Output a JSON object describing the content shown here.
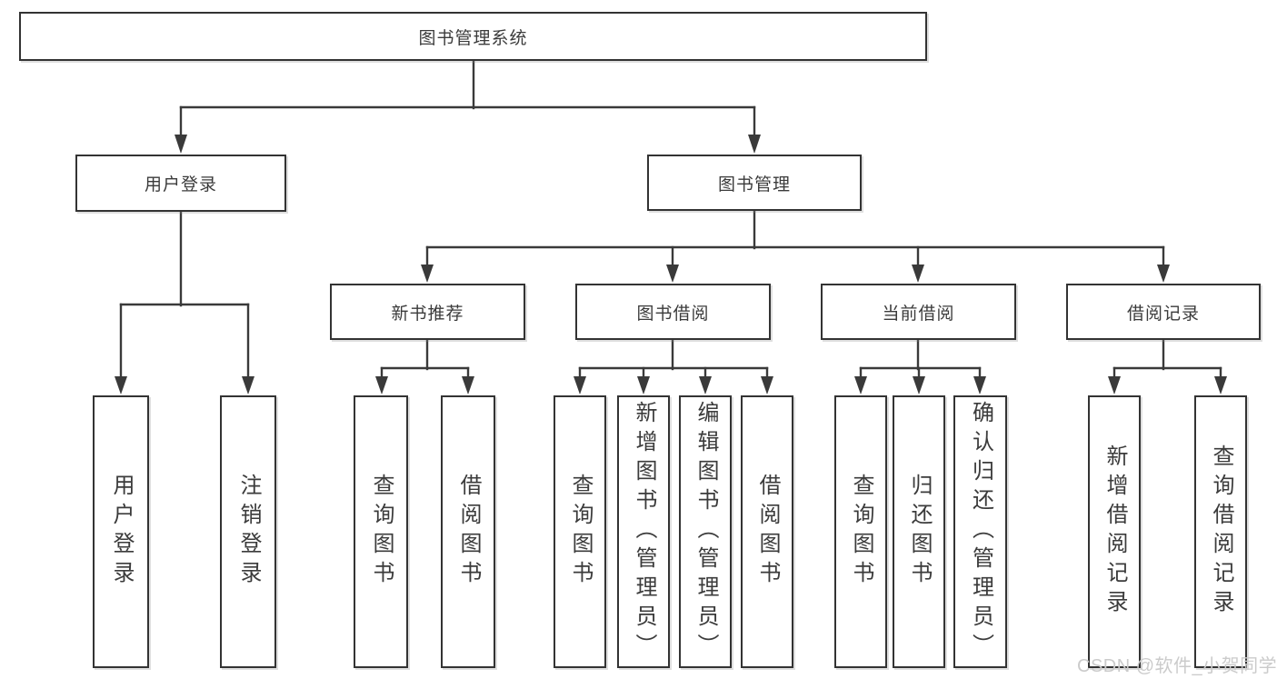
{
  "diagram": {
    "root": {
      "label": "图书管理系统",
      "children": [
        {
          "label": "用户登录",
          "children": [
            {
              "label": "用户登录"
            },
            {
              "label": "注销登录"
            }
          ]
        },
        {
          "label": "图书管理",
          "children": [
            {
              "label": "新书推荐",
              "children": [
                {
                  "label": "查询图书"
                },
                {
                  "label": "借阅图书"
                }
              ]
            },
            {
              "label": "图书借阅",
              "children": [
                {
                  "label": "查询图书"
                },
                {
                  "label": "新增图书（管理员）"
                },
                {
                  "label": "编辑图书（管理员）"
                },
                {
                  "label": "借阅图书"
                }
              ]
            },
            {
              "label": "当前借阅",
              "children": [
                {
                  "label": "查询图书"
                },
                {
                  "label": "归还图书"
                },
                {
                  "label": "确认归还（管理员）"
                }
              ]
            },
            {
              "label": "借阅记录",
              "children": [
                {
                  "label": "新增借阅记录"
                },
                {
                  "label": "查询借阅记录"
                }
              ]
            }
          ]
        }
      ]
    },
    "watermark": "CSDN @软件_小贺同学",
    "colors": {
      "line": "#3a3a3a",
      "box_border": "#333333",
      "box_fill": "#ffffff",
      "text": "#3b3b3b",
      "watermark": "#cbcbcb",
      "background": "#ffffff"
    }
  }
}
